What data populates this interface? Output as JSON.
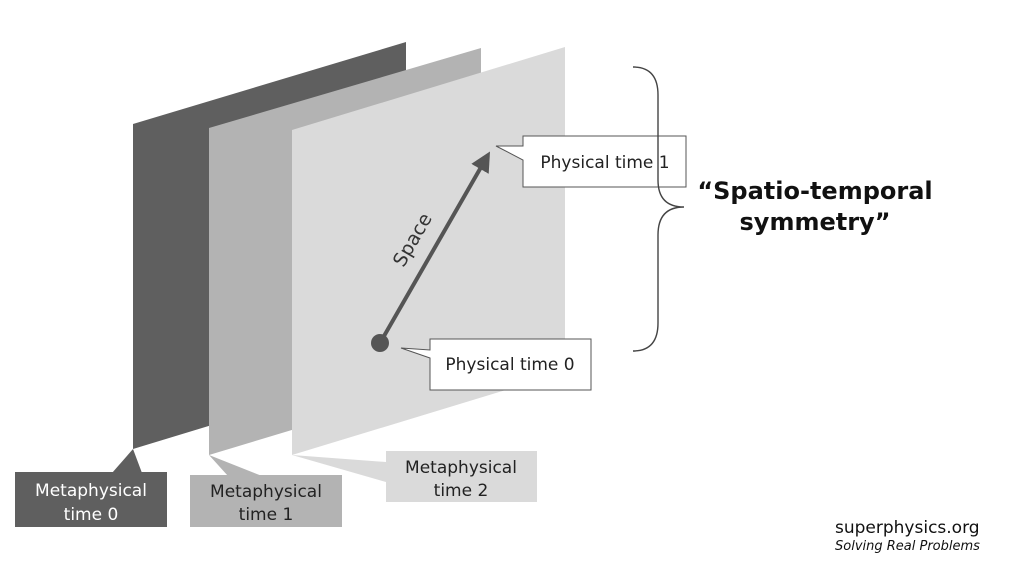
{
  "diagram": {
    "planes": [
      {
        "label": "Metaphysical",
        "label2": "time 0",
        "color": "#5f5f5f",
        "text_color": "#ffffff"
      },
      {
        "label": "Metaphysical",
        "label2": "time 1",
        "color": "#b3b3b3",
        "text_color": "#222222"
      },
      {
        "label": "Metaphysical",
        "label2": "time 2",
        "color": "#dadada",
        "text_color": "#222222"
      }
    ],
    "callouts": {
      "time1": "Physical time 1",
      "time0": "Physical time 0"
    },
    "arrow_label": "Space",
    "title": {
      "line1": "“Spatio-temporal",
      "line2": "symmetry”"
    }
  },
  "footer": {
    "site": "superphysics.org",
    "tagline": "Solving Real Problems"
  }
}
